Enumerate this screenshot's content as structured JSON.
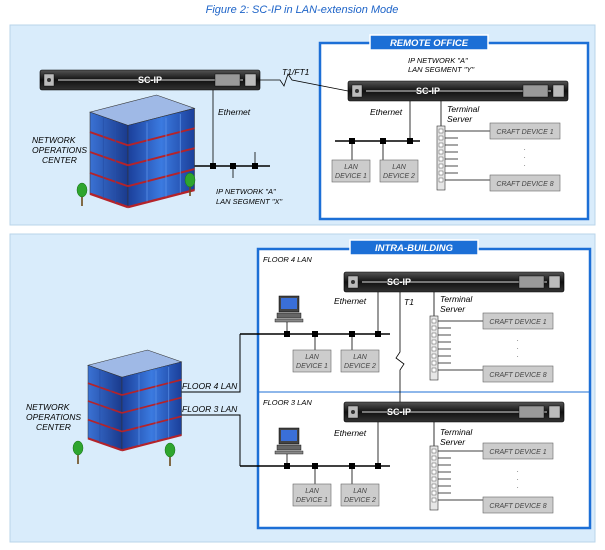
{
  "caption": "Figure 2: SC-IP in LAN-extension Mode",
  "top": {
    "remote_office_title": "REMOTE OFFICE",
    "unit_label": "SC-IP",
    "link_label": "T1/FT1",
    "ip_network_line1": "IP NETWORK \"A\"",
    "ip_network_line2": "LAN SEGMENT \"Y\"",
    "ethernet_left": "Ethernet",
    "ethernet_right": "Ethernet",
    "terminal_server_line1": "Terminal",
    "terminal_server_line2": "Server",
    "craft_device_1": "CRAFT DEVICE 1",
    "craft_device_8": "CRAFT DEVICE 8",
    "lan_device_1_line1": "LAN",
    "lan_device_1_line2": "DEVICE 1",
    "lan_device_2_line1": "LAN",
    "lan_device_2_line2": "DEVICE 2",
    "noc_line1": "NETWORK",
    "noc_line2": "OPERATIONS",
    "noc_line3": "CENTER",
    "segment_x_line1": "IP NETWORK \"A\"",
    "segment_x_line2": "LAN SEGMENT \"X\""
  },
  "bottom": {
    "intra_building_title": "INTRA-BUILDING",
    "floor4_lan": "FLOOR 4 LAN",
    "floor3_lan": "FLOOR 3 LAN",
    "unit_label": "SC-IP",
    "ethernet": "Ethernet",
    "t1": "T1",
    "terminal_server_line1": "Terminal",
    "terminal_server_line2": "Server",
    "craft_device_1": "CRAFT DEVICE 1",
    "craft_device_8": "CRAFT DEVICE 8",
    "lan_device_1_line1": "LAN",
    "lan_device_1_line2": "DEVICE 1",
    "lan_device_2_line1": "LAN",
    "lan_device_2_line2": "DEVICE 2",
    "noc_line1": "NETWORK",
    "noc_line2": "OPERATIONS",
    "noc_line3": "CENTER",
    "building_floor4": "FLOOR 4 LAN",
    "building_floor3": "FLOOR 3 LAN"
  },
  "colors": {
    "panel_bg": "#d9ecfb",
    "panel_border": "#b9d4ea",
    "accent_blue": "#1c6fd6",
    "caption_blue": "#1e64c8",
    "building_blue": "#2a5fc9",
    "building_red": "#b4232a"
  }
}
